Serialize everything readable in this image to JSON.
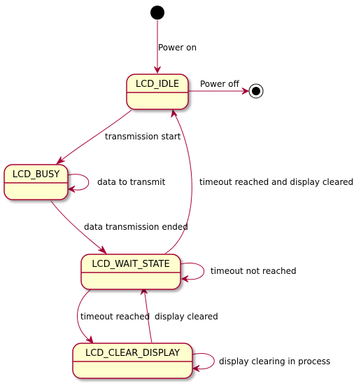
{
  "colors": {
    "state_fill": "#FEFECE",
    "state_stroke": "#A80036",
    "arrow": "#A80036",
    "text": "#000000",
    "pseudo": "#000000"
  },
  "states": {
    "idle": "LCD_IDLE",
    "busy": "LCD_BUSY",
    "wait": "LCD_WAIT_STATE",
    "clear": "LCD_CLEAR_DISPLAY"
  },
  "transitions": {
    "power_on": "Power on",
    "power_off": "Power off",
    "transmission_start": "transmission start",
    "data_to_transmit": "data to transmit",
    "data_transmission_ended": "data transmission ended",
    "timeout_reached_cleared": "timeout reached and display cleared",
    "timeout_not_reached": "timeout not reached",
    "timeout_reached": "timeout reached",
    "display_cleared": "display cleared",
    "display_clearing": "display clearing in process"
  }
}
